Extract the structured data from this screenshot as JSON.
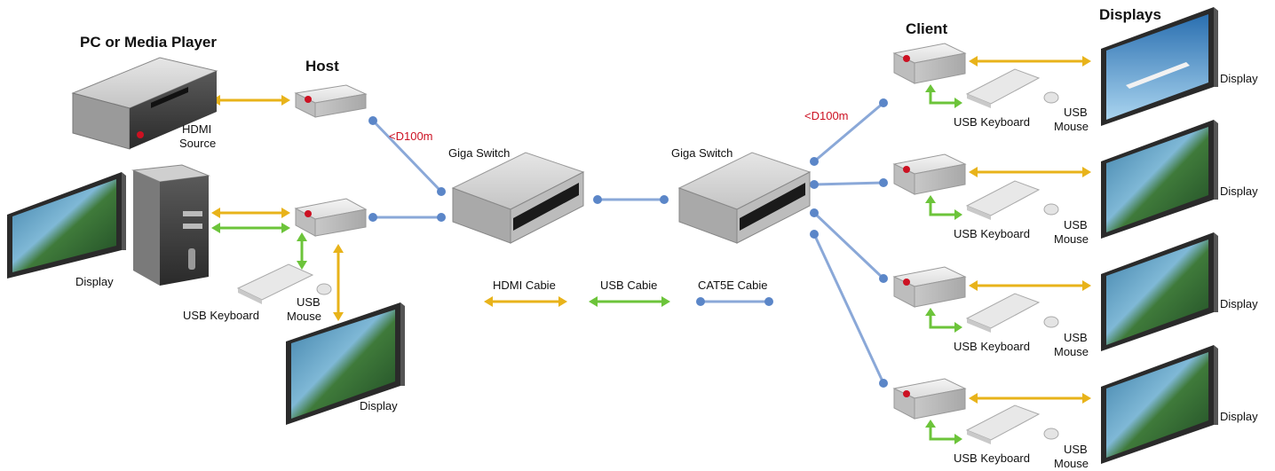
{
  "titles": {
    "pc_media_player": "PC or Media Player",
    "host": "Host",
    "client": "Client",
    "displays": "Displays"
  },
  "labels": {
    "hdmi_source_line1": "HDMI",
    "hdmi_source_line2": "Source",
    "distance_left": "<D100m",
    "distance_right": "<D100m",
    "giga_switch_left": "Giga Switch",
    "giga_switch_right": "Giga Switch",
    "left_display": "Display",
    "left_usb_keyboard": "USB Keyboard",
    "left_usb_mouse_line1": "USB",
    "left_usb_mouse_line2": "Mouse",
    "bottom_display": "Display"
  },
  "legend": {
    "hdmi": "HDMI Cabie",
    "usb": "USB Cabie",
    "cat5e": "CAT5E Cabie"
  },
  "clients": [
    {
      "display": "Display",
      "keyboard": "USB Keyboard",
      "mouse_line1": "USB",
      "mouse_line2": "Mouse"
    },
    {
      "display": "Display",
      "keyboard": "USB Keyboard",
      "mouse_line1": "USB",
      "mouse_line2": "Mouse"
    },
    {
      "display": "Display",
      "keyboard": "USB Keyboard",
      "mouse_line1": "USB",
      "mouse_line2": "Mouse"
    },
    {
      "display": "Display",
      "keyboard": "USB Keyboard",
      "mouse_line1": "USB",
      "mouse_line2": "Mouse"
    }
  ],
  "colors": {
    "hdmi": "#e8b31a",
    "usb": "#6cc43a",
    "cat5e": "#8aa8d8",
    "accent_red": "#cc1122"
  }
}
